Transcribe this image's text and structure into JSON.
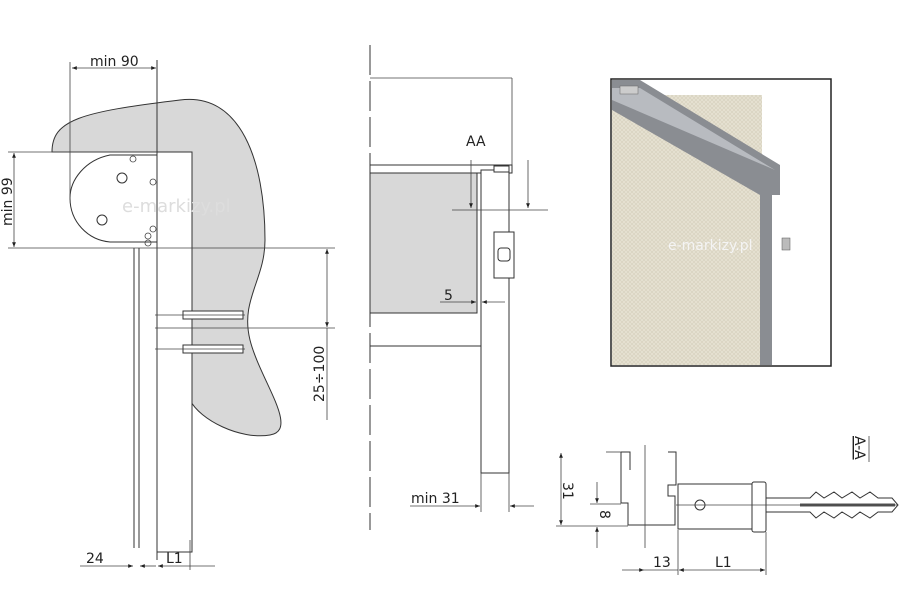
{
  "left_view": {
    "dim_width": "min 90",
    "dim_height": "min 99",
    "dim_range": "25÷100",
    "dim_bottom_left": "24",
    "dim_bottom_right": "L1",
    "watermark": "e-markizy.pl"
  },
  "middle_view": {
    "section_label": "AA",
    "dim_gap": "5",
    "dim_min": "min 31"
  },
  "photo": {
    "watermark": "e-markizy.pl"
  },
  "section_view": {
    "title": "A-A",
    "dim_height": "31",
    "dim_small": "8",
    "dim_offset": "13",
    "dim_length": "L1"
  }
}
